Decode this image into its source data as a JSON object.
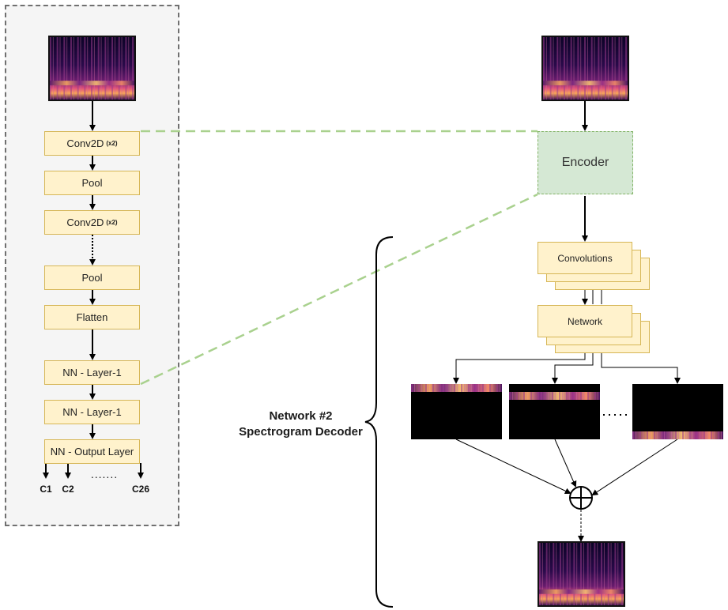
{
  "encoder_panel": {
    "layers": [
      {
        "label": "Conv2D",
        "suffix": "(x2)"
      },
      {
        "label": "Pool",
        "suffix": ""
      },
      {
        "label": "Conv2D",
        "suffix": "(x2)"
      },
      {
        "label": "Pool",
        "suffix": ""
      },
      {
        "label": "Flatten",
        "suffix": ""
      },
      {
        "label": "NN - Layer-1",
        "suffix": ""
      },
      {
        "label": "NN - Layer-1",
        "suffix": ""
      },
      {
        "label": "NN - Output Layer",
        "suffix": ""
      }
    ],
    "outputs": [
      "C1",
      "C2",
      "C26"
    ],
    "ellipsis": "......."
  },
  "right": {
    "encoder_label": "Encoder",
    "convolutions_label": "Convolutions",
    "network_label": "Network",
    "decoder_title_line1": "Network #2",
    "decoder_title_line2": "Spectrogram Decoder",
    "dots": "....."
  },
  "colors": {
    "layer_fill": "#fff2cc",
    "layer_border": "#d6b656",
    "encoder_fill": "#d5e8d4",
    "encoder_border": "#82b366",
    "panel_fill": "#f5f5f5"
  },
  "icons": {
    "sum_node": "circle-plus-icon",
    "spectrogram": "spectrogram-image"
  }
}
